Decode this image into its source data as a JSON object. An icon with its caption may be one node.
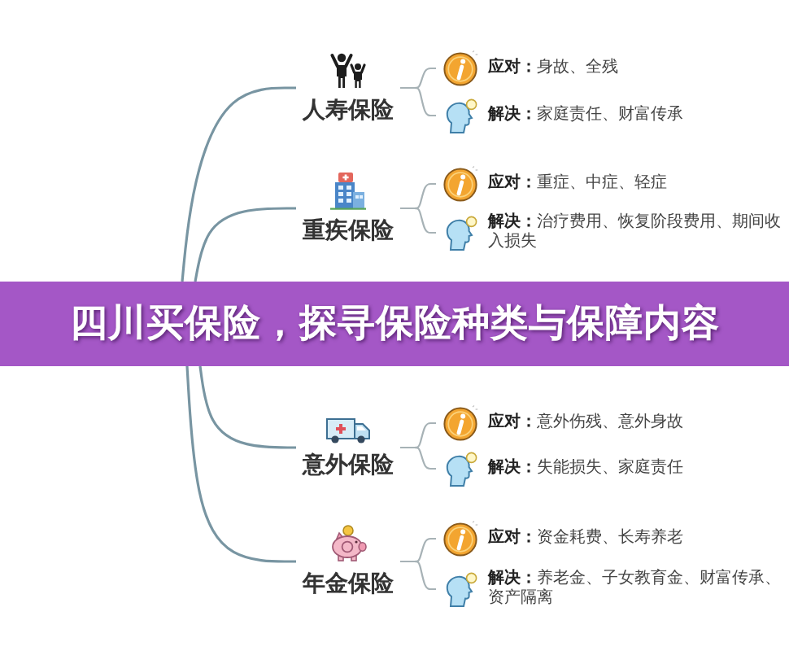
{
  "diagram": {
    "title": "四川买保险，探寻保险种类与保障内容",
    "nodes": [
      {
        "text": [
          "人寿保险"
        ]
      },
      {
        "text": [
          "**应对：**身故、全残"
        ]
      },
      {
        "text": [
          "**解决：**家庭责任、财富传承"
        ]
      },
      {
        "text": [
          "重疾保险"
        ]
      },
      {
        "text": [
          "**应对：**重症、中症、轻症"
        ]
      },
      {
        "text": [
          "**解决：**治疗费用、恢复阶段费用、期间收入损失"
        ]
      },
      {
        "text": [
          "意外保险"
        ]
      },
      {
        "text": [
          "**应对：**意外伤残、意外身故"
        ]
      },
      {
        "text": [
          "**解决：**失能损失、家庭责任"
        ]
      },
      {
        "text": [
          "年金保险"
        ]
      },
      {
        "text": [
          "**应对：**资金耗费、长寿养老"
        ]
      },
      {
        "text": [
          "**解决：**养老金、子女教育金、财富传承、资产隔离"
        ]
      }
    ],
    "edges": [
      {
        "from": null,
        "to": 0,
        "arrow": "none"
      },
      {
        "from": 0,
        "to": 1,
        "arrow": "none"
      },
      {
        "from": 0,
        "to": 2,
        "arrow": "none"
      },
      {
        "from": null,
        "to": 3,
        "arrow": "none"
      },
      {
        "from": 3,
        "to": 4,
        "arrow": "none"
      },
      {
        "from": 3,
        "to": 5,
        "arrow": "none"
      },
      {
        "from": null,
        "to": 6,
        "arrow": "none"
      },
      {
        "from": 6,
        "to": 7,
        "arrow": "none"
      },
      {
        "from": 6,
        "to": 8,
        "arrow": "none"
      },
      {
        "from": null,
        "to": 9,
        "arrow": "none"
      },
      {
        "from": 9,
        "to": 10,
        "arrow": "none"
      },
      {
        "from": 9,
        "to": 11,
        "arrow": "none"
      }
    ]
  }
}
